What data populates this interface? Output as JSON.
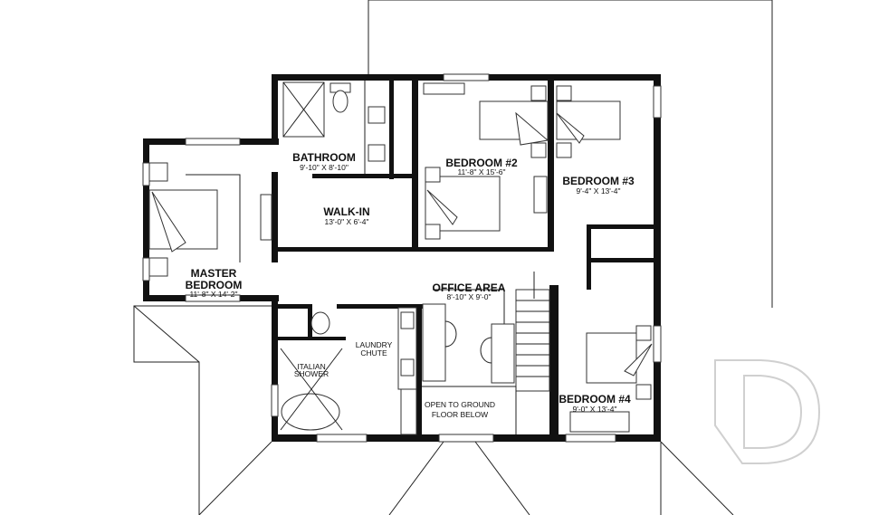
{
  "rooms": {
    "master": {
      "name_line1": "MASTER",
      "name_line2": "BEDROOM",
      "dims": "11'-8\" X 14'-2\""
    },
    "bathroom": {
      "name": "BATHROOM",
      "dims": "9'-10\" X 8'-10\""
    },
    "walkin": {
      "name": "WALK-IN",
      "dims": "13'-0\" X 6'-4\""
    },
    "bedroom2": {
      "name": "BEDROOM #2",
      "dims": "11'-8\" X 15'-6\""
    },
    "bedroom3": {
      "name": "BEDROOM #3",
      "dims": "9'-4\" X 13'-4\""
    },
    "bedroom4": {
      "name": "BEDROOM #4",
      "dims": "9'-0\" X 13'-4\""
    },
    "office": {
      "name": "OFFICE AREA",
      "dims": "8'-10\" X 9'-0\""
    },
    "shower": {
      "line1": "ITALIAN",
      "line2": "SHOWER"
    },
    "laundry": {
      "line1": "LAUNDRY",
      "line2": "CHUTE"
    },
    "open": {
      "line1": "OPEN TO GROUND",
      "line2": "FLOOR BELOW"
    }
  },
  "logo": {
    "letter": "D",
    "color": "#d0d0d0"
  }
}
